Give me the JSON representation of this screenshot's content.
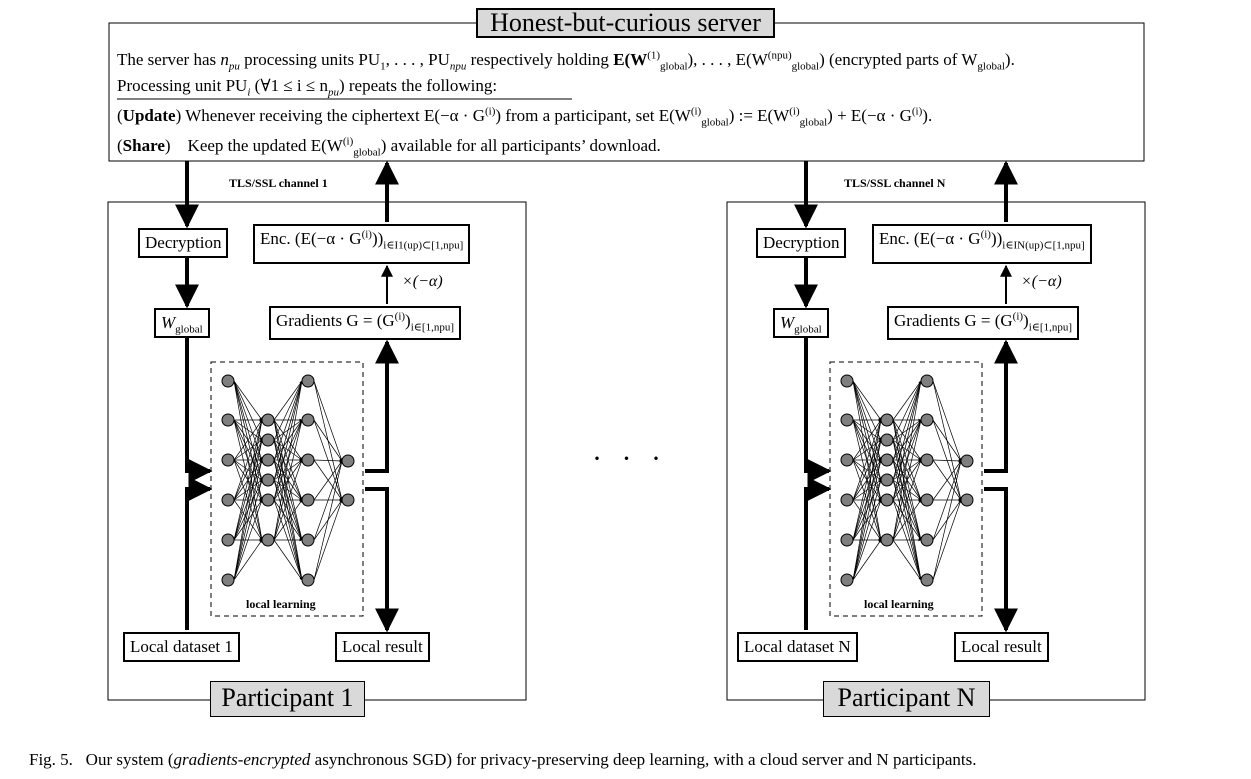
{
  "server": {
    "title": "Honest-but-curious server",
    "line1_a": "The server has ",
    "line1_var": "n",
    "line1_var_sub": "pu",
    "line1_b": " processing units PU",
    "line1_b_sub": "1",
    "line1_c": ", . . . , PU",
    "line1_c_sub": "npu",
    "line1_d": " respectively holding ",
    "line1_e": "E(W",
    "line1_e_sup": "(1)",
    "line1_e_sub": "global",
    "line1_f": "), . . . , E(W",
    "line1_f_sup": "(npu)",
    "line1_f_sub": "global",
    "line1_g": ") (encrypted parts of W",
    "line1_g_sub": "global",
    "line1_h": ").",
    "line2": "Processing unit PU",
    "line2_sub": "i",
    "line2_b": " (∀1 ≤ i ≤ n",
    "line2_b_sub": "pu",
    "line2_c": ") repeats the following:",
    "update_label": "Update",
    "update_text_a": " Whenever receiving the ciphertext E(−α · G",
    "update_text_sup": "(i)",
    "update_text_b": ") from a participant, set E(W",
    "update_text_sup2": "(i)",
    "update_text_sub2": "global",
    "update_text_c": ") := E(W",
    "update_text_sup3": "(i)",
    "update_text_sub3": "global",
    "update_text_d": ") + E(−α · G",
    "update_text_sup4": "(i)",
    "update_text_e": ").",
    "share_label": "Share",
    "share_text_a": "    Keep the updated E(W",
    "share_text_sup": "(i)",
    "share_text_sub": "global",
    "share_text_b": ") available for all participants’ download."
  },
  "participants": [
    {
      "channel": "TLS/SSL channel 1",
      "decryption": "Decryption",
      "wglobal": "W",
      "wglobal_sub": "global",
      "enc_a": "Enc. (E(−α · G",
      "enc_sup": "(i)",
      "enc_b": "))",
      "enc_sub": "i∈I1(up)⊂[1,npu]",
      "mult": "×(−α)",
      "grad_a": "Gradients G = (G",
      "grad_sup": "(i)",
      "grad_b": ")",
      "grad_sub": "i∈[1,npu]",
      "local_learning": "local learning",
      "dataset": "Local dataset 1",
      "result": "Local result",
      "label": "Participant 1"
    },
    {
      "channel": "TLS/SSL channel N",
      "decryption": "Decryption",
      "wglobal": "W",
      "wglobal_sub": "global",
      "enc_a": "Enc. (E(−α · G",
      "enc_sup": "(i)",
      "enc_b": "))",
      "enc_sub": "i∈IN(up)⊂[1,npu]",
      "mult": "×(−α)",
      "grad_a": "Gradients G = (G",
      "grad_sup": "(i)",
      "grad_b": ")",
      "grad_sub": "i∈[1,npu]",
      "local_learning": "local learning",
      "dataset": "Local dataset N",
      "result": "Local result",
      "label": "Participant N"
    }
  ],
  "ellipsis": "· · ·",
  "caption": {
    "prefix": "Fig. 5.   Our system (",
    "italic": "gradients-encrypted",
    "suffix": " asynchronous SGD) for privacy-preserving deep learning, with a cloud server and N participants."
  },
  "colors": {
    "label_fill": "#d9d9d9",
    "node_fill": "#7f7f7f",
    "line": "#000000"
  }
}
